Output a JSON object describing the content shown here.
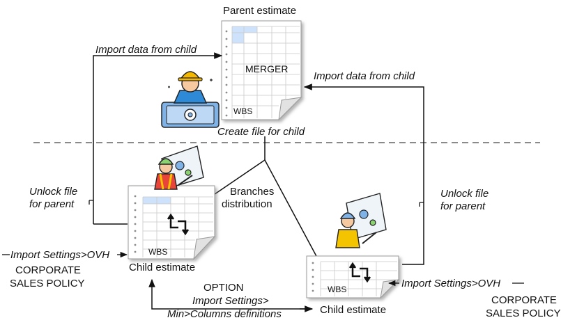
{
  "labels": {
    "parent_estimate": "Parent estimate",
    "merger": "MERGER",
    "import_left": "Import data from child",
    "import_right": "Import data from child",
    "create_file": "Create file for child",
    "branches_line1": "Branches",
    "branches_line2": "distribution",
    "unlock_left_line1": "Unlock file",
    "unlock_left_line2": "for parent",
    "unlock_right_line1": "Unlock file",
    "unlock_right_line2": "for parent",
    "import_settings_left": "Import Settings>OVH",
    "corporate_left_line1": "CORPORATE",
    "corporate_left_line2": "SALES POLICY",
    "child_estimate_left": "Child estimate",
    "option_title": "OPTION",
    "option_line1": "Import Settings>",
    "option_line2": "Min>Columns definitions",
    "child_estimate_right": "Child estimate",
    "import_settings_right": "Import Settings>OVH",
    "corporate_right_line1": "CORPORATE",
    "corporate_right_line2": "SALES POLICY",
    "wbs_parent": "WBS",
    "wbs_left": "WBS",
    "wbs_right": "WBS"
  },
  "colors": {
    "line": "#111111",
    "sheet_header": "#cfe2fb",
    "sheet_grid": "#c8c8c8",
    "hard_hat": "#f5b800",
    "worker_shirt": "#e9443a",
    "worker_vest": "#f5c400",
    "monitor": "#7fb2e6"
  }
}
